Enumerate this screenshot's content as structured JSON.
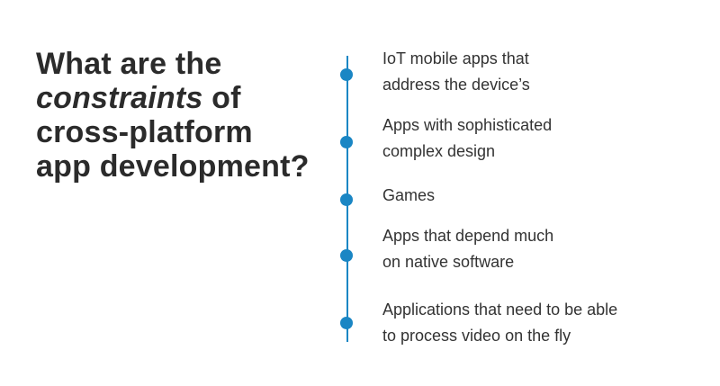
{
  "heading": {
    "line1": "What are the",
    "line2_em": "constraints",
    "line2_rest": " of",
    "line3": "cross-platform",
    "line4": "app development?"
  },
  "timeline": {
    "accent_color": "#1a86c4",
    "items": [
      {
        "line1": "IoT mobile apps that",
        "line2": "address the device’s"
      },
      {
        "line1": "Apps with sophisticated",
        "line2": "complex design"
      },
      {
        "line1": "Games",
        "line2": ""
      },
      {
        "line1": "Apps that depend much",
        "line2": "on native software"
      },
      {
        "line1": "Applications that need to be able",
        "line2": "to process video on the fly"
      }
    ]
  }
}
